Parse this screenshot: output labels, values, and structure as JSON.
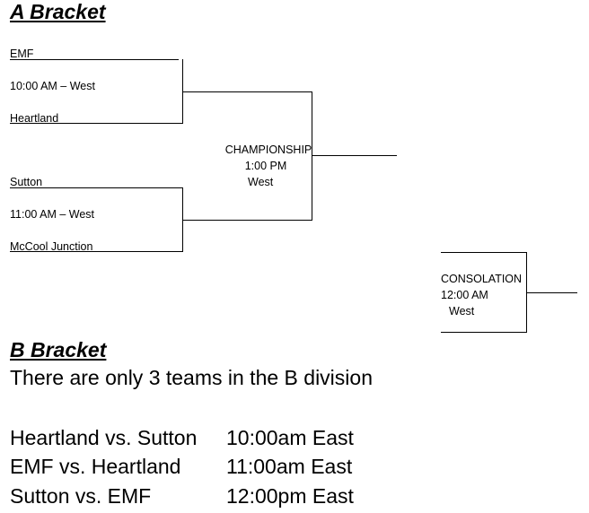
{
  "a_bracket": {
    "heading": "A Bracket",
    "game1": {
      "team1": "EMF",
      "time": "10:00 AM –  West",
      "team2": "Heartland"
    },
    "game2": {
      "team1": "Sutton",
      "time": "11:00 AM –  West",
      "team2": "McCool Junction"
    },
    "championship": {
      "label": "CHAMPIONSHIP",
      "time": "1:00 PM",
      "location": "West"
    },
    "consolation": {
      "label": "CONSOLATION",
      "time": "12:00 AM",
      "location": "West"
    }
  },
  "b_bracket": {
    "heading": "B Bracket",
    "note": "There are only 3 teams in the B division",
    "games": [
      {
        "matchup": "Heartland vs. Sutton",
        "time": "10:00am East"
      },
      {
        "matchup": "EMF vs. Heartland",
        "time": "11:00am East"
      },
      {
        "matchup": "Sutton vs. EMF",
        "time": "12:00pm East"
      }
    ]
  }
}
